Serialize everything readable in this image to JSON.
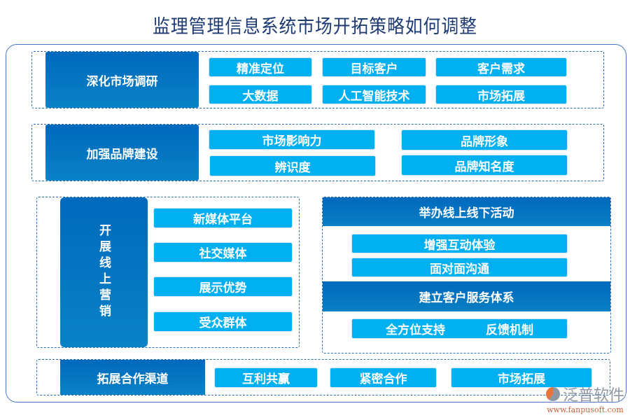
{
  "title": "监理管理信息系统市场开拓策略如何调整",
  "sections": {
    "market_research": {
      "label": "深化市场调研",
      "items": [
        "精准定位",
        "目标客户",
        "客户需求",
        "大数据",
        "人工智能技术",
        "市场拓展"
      ]
    },
    "brand_building": {
      "label": "加强品牌建设",
      "items": [
        "市场影响力",
        "品牌形象",
        "辨识度",
        "品牌知名度"
      ]
    },
    "online_marketing": {
      "label": "开展线上营销",
      "items": [
        "新媒体平台",
        "社交媒体",
        "展示优势",
        "受众群体"
      ]
    },
    "events": {
      "label": "举办线上线下活动",
      "items": [
        "增强互动体验",
        "面对面沟通"
      ]
    },
    "customer_service": {
      "label": "建立客户服务体系",
      "items": [
        "全方位支持",
        "反馈机制"
      ]
    },
    "partnership": {
      "label": "拓展合作渠道",
      "items": [
        "互利共赢",
        "紧密合作",
        "市场拓展"
      ]
    }
  },
  "watermark": {
    "brand": "泛普软件",
    "url": "www.fanpusoft.com"
  },
  "colors": {
    "title": "#1f3b73",
    "dark_block": "#0069bd",
    "pill": "#00b0f0",
    "dashed_border": "#2a6fb8",
    "frame": "#4a78c8"
  }
}
